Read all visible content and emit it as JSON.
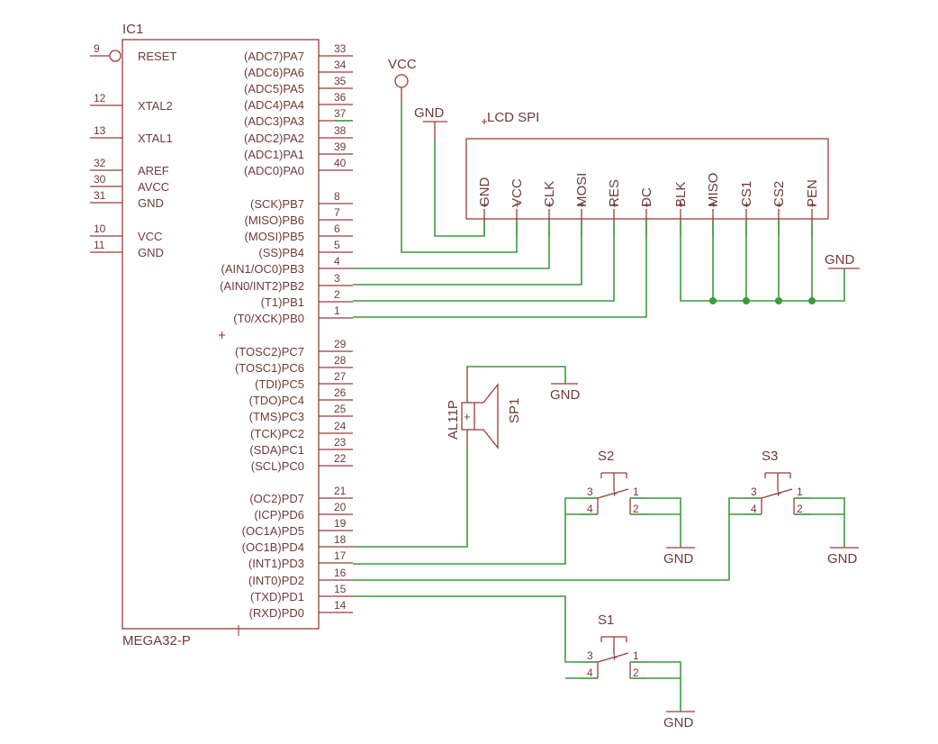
{
  "ic": {
    "name": "IC1",
    "value": "MEGA32-P",
    "left_pins": [
      {
        "num": "9",
        "label": "RESET"
      },
      {
        "num": "12",
        "label": "XTAL2"
      },
      {
        "num": "13",
        "label": "XTAL1"
      },
      {
        "num": "32",
        "label": "AREF"
      },
      {
        "num": "30",
        "label": "AVCC"
      },
      {
        "num": "31",
        "label": "GND"
      },
      {
        "num": "10",
        "label": "VCC"
      },
      {
        "num": "11",
        "label": "GND"
      }
    ],
    "right_pins": [
      {
        "num": "33",
        "label": "(ADC7)PA7"
      },
      {
        "num": "34",
        "label": "(ADC6)PA6"
      },
      {
        "num": "35",
        "label": "(ADC5)PA5"
      },
      {
        "num": "36",
        "label": "(ADC4)PA4"
      },
      {
        "num": "37",
        "label": "(ADC3)PA3"
      },
      {
        "num": "38",
        "label": "(ADC2)PA2"
      },
      {
        "num": "39",
        "label": "(ADC1)PA1"
      },
      {
        "num": "40",
        "label": "(ADC0)PA0"
      },
      {
        "num": "8",
        "label": "(SCK)PB7"
      },
      {
        "num": "7",
        "label": "(MISO)PB6"
      },
      {
        "num": "6",
        "label": "(MOSI)PB5"
      },
      {
        "num": "5",
        "label": "(SS)PB4"
      },
      {
        "num": "4",
        "label": "(AIN1/OC0)PB3"
      },
      {
        "num": "3",
        "label": "(AIN0/INT2)PB2"
      },
      {
        "num": "2",
        "label": "(T1)PB1"
      },
      {
        "num": "1",
        "label": "(T0/XCK)PB0"
      },
      {
        "num": "29",
        "label": "(TOSC2)PC7"
      },
      {
        "num": "28",
        "label": "(TOSC1)PC6"
      },
      {
        "num": "27",
        "label": "(TDI)PC5"
      },
      {
        "num": "26",
        "label": "(TDO)PC4"
      },
      {
        "num": "25",
        "label": "(TMS)PC3"
      },
      {
        "num": "24",
        "label": "(TCK)PC2"
      },
      {
        "num": "23",
        "label": "(SDA)PC1"
      },
      {
        "num": "22",
        "label": "(SCL)PC0"
      },
      {
        "num": "21",
        "label": "(OC2)PD7"
      },
      {
        "num": "20",
        "label": "(ICP)PD6"
      },
      {
        "num": "19",
        "label": "(OC1A)PD5"
      },
      {
        "num": "18",
        "label": "(OC1B)PD4"
      },
      {
        "num": "17",
        "label": "(INT1)PD3"
      },
      {
        "num": "16",
        "label": "(INT0)PD2"
      },
      {
        "num": "15",
        "label": "(TXD)PD1"
      },
      {
        "num": "14",
        "label": "(RXD)PD0"
      }
    ]
  },
  "lcd": {
    "name": "LCD SPI",
    "pins": [
      "GND",
      "VCC",
      "CLK",
      "MOSI",
      "RES",
      "DC",
      "BLK",
      "MISO",
      "CS1",
      "CS2",
      "PEN"
    ]
  },
  "power": {
    "vcc": "VCC",
    "gnd": "GND"
  },
  "speaker": {
    "name": "SP1",
    "value": "AL11P",
    "plus": "+"
  },
  "switches": [
    {
      "name": "S2",
      "pins": [
        "3",
        "1",
        "4",
        "2"
      ]
    },
    {
      "name": "S3",
      "pins": [
        "3",
        "1",
        "4",
        "2"
      ]
    },
    {
      "name": "S1",
      "pins": [
        "3",
        "1",
        "4",
        "2"
      ]
    }
  ],
  "colors": {
    "component": "#9b3b3b",
    "net": "#3c9a3c",
    "text": "#6e3a3a"
  }
}
